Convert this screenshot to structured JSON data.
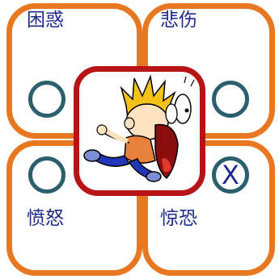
{
  "emotions": {
    "top_left": {
      "label": "困惑",
      "selected": false
    },
    "top_right": {
      "label": "悲伤",
      "selected": false
    },
    "bottom_left": {
      "label": "愤怒",
      "selected": false
    },
    "bottom_right": {
      "label": "惊恐",
      "selected": true,
      "mark": "X"
    }
  },
  "colors": {
    "card_border": "#e87722",
    "center_border": "#b81416",
    "label_text": "#1f2a8a",
    "choice_ring": "#2b5f6e"
  },
  "center_image": {
    "icon": "screaming-boy-illustration"
  }
}
